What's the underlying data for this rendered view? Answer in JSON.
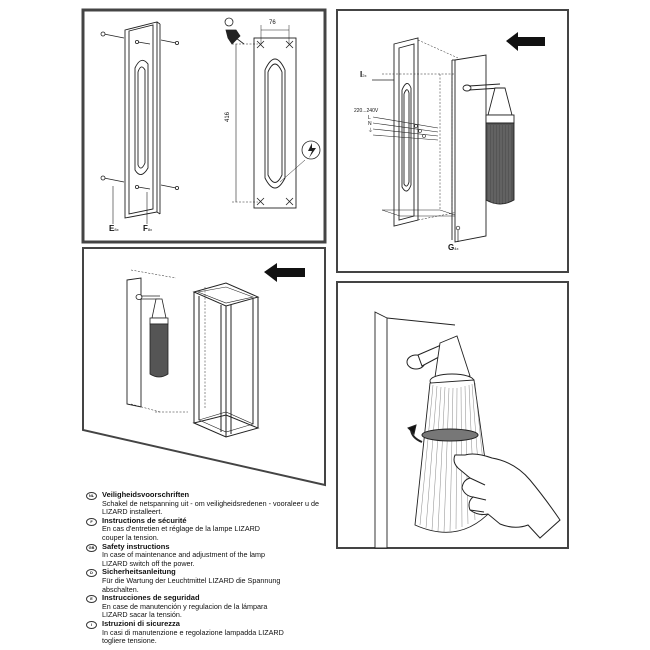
{
  "panel1": {
    "dim_width": "76",
    "dim_height": "416",
    "label_e": "E",
    "label_e_sub": "8x",
    "label_f": "F",
    "label_f_sub": "8x"
  },
  "panel2": {
    "label_i": "I",
    "label_i_sub": "2x",
    "voltage": "220...240V",
    "wire_l": "L",
    "wire_n": "N",
    "wire_pe": "⏚",
    "label_g": "G",
    "label_g_sub": "4x"
  },
  "safety": [
    {
      "flag": "NL",
      "title": "Veiligheidsvoorschriften",
      "body": [
        "Schakel de netspanning uit - om veiligheidsredenen - vooraleer u de",
        "LIZARD installeert."
      ]
    },
    {
      "flag": "F",
      "title": "Instructions de sécurité",
      "body": [
        "En cas d'entretien et réglage de la lampe LIZARD",
        "couper la tension."
      ]
    },
    {
      "flag": "GB",
      "title": "Safety instructions",
      "body": [
        "In case of maintenance and adjustment of the lamp",
        "LIZARD switch off the power."
      ]
    },
    {
      "flag": "D",
      "title": "Sicherheitsanleitung",
      "body": [
        "Für die Wartung der Leuchtmittel LIZARD die Spannung",
        "abschalten."
      ]
    },
    {
      "flag": "E",
      "title": "Instrucciones de seguridad",
      "body": [
        "En case de manutención y regulacion de la lámpara",
        "LIZARD sacar la tensión."
      ]
    },
    {
      "flag": "I",
      "title": "Istruzioni di sicurezza",
      "body": [
        "In casi di manutenzione e regolazione lampadda LIZARD",
        "togliere tensione."
      ]
    }
  ]
}
